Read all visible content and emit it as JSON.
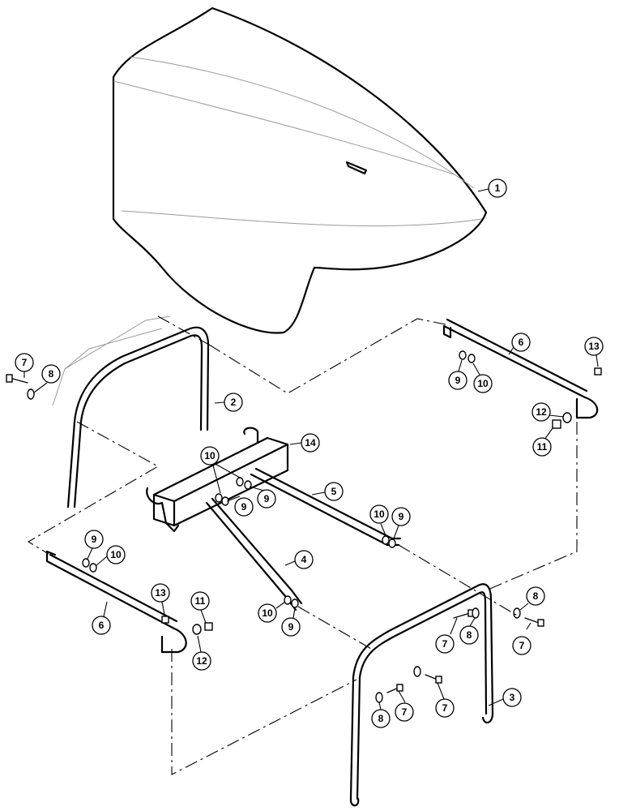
{
  "callouts": [
    {
      "id": "c1",
      "label": "1"
    },
    {
      "id": "c2",
      "label": "2"
    },
    {
      "id": "c3",
      "label": "3"
    },
    {
      "id": "c4",
      "label": "4"
    },
    {
      "id": "c5",
      "label": "5"
    },
    {
      "id": "c6a",
      "label": "6"
    },
    {
      "id": "c6b",
      "label": "6"
    },
    {
      "id": "c7a",
      "label": "7"
    },
    {
      "id": "c7b",
      "label": "7"
    },
    {
      "id": "c7c",
      "label": "7"
    },
    {
      "id": "c7d",
      "label": "7"
    },
    {
      "id": "c7e",
      "label": "7"
    },
    {
      "id": "c8a",
      "label": "8"
    },
    {
      "id": "c8b",
      "label": "8"
    },
    {
      "id": "c8c",
      "label": "8"
    },
    {
      "id": "c8d",
      "label": "8"
    },
    {
      "id": "c9a",
      "label": "9"
    },
    {
      "id": "c9b",
      "label": "9"
    },
    {
      "id": "c9c",
      "label": "9"
    },
    {
      "id": "c9d",
      "label": "9"
    },
    {
      "id": "c9e",
      "label": "9"
    },
    {
      "id": "c9f",
      "label": "9"
    },
    {
      "id": "c10a",
      "label": "10"
    },
    {
      "id": "c10b",
      "label": "10"
    },
    {
      "id": "c10c",
      "label": "10"
    },
    {
      "id": "c10d",
      "label": "10"
    },
    {
      "id": "c10e",
      "label": "10"
    },
    {
      "id": "c11a",
      "label": "11"
    },
    {
      "id": "c11b",
      "label": "11"
    },
    {
      "id": "c12a",
      "label": "12"
    },
    {
      "id": "c12b",
      "label": "12"
    },
    {
      "id": "c13a",
      "label": "13"
    },
    {
      "id": "c13b",
      "label": "13"
    },
    {
      "id": "c14",
      "label": "14"
    }
  ]
}
